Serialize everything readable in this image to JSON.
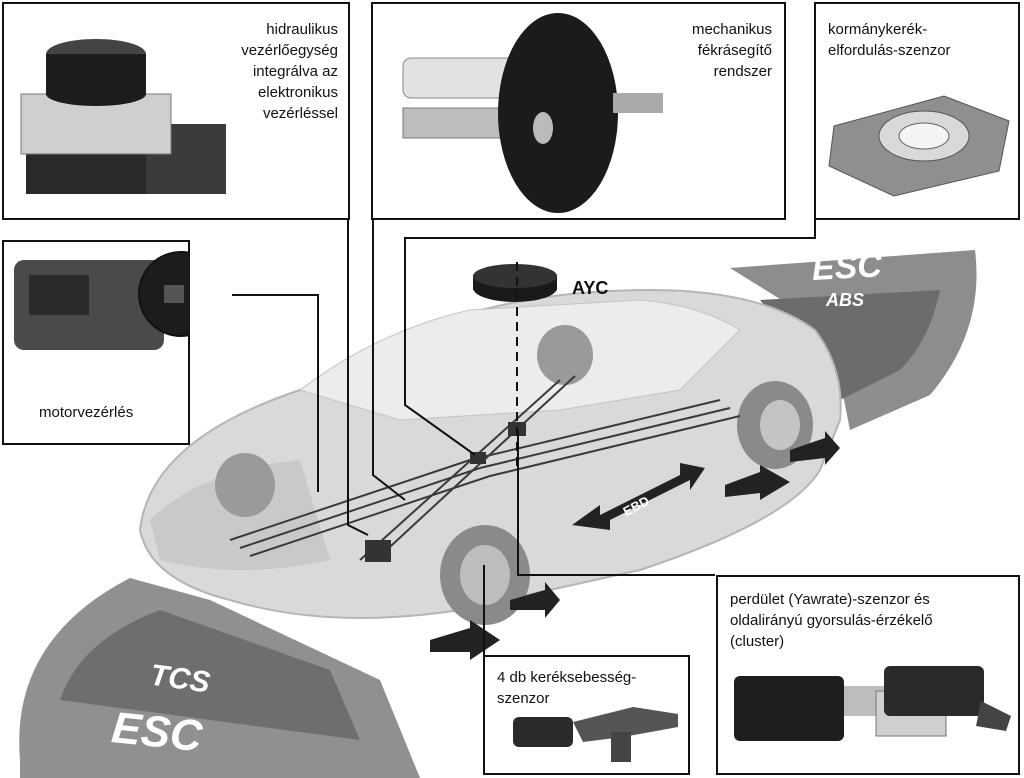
{
  "callouts": {
    "hydraulic": "hidraulikus\nvezérlőegység\nintegrálva az\nelektronikus\nvezérléssel",
    "booster": "mechanikus\nfékrásegítő\nrendszer",
    "steering": "kormánykerék-\nelfordulás-szenzor",
    "engine": "motorvezérlés",
    "yaw": "perdület (Yawrate)-szenzor és\noldalirányú gyorsulás-érzékelő\n(cluster)",
    "wheel": "4 db keréksebesség-\nszenzor"
  },
  "systems": {
    "ayc": "AYC",
    "esc_top": "ESC",
    "abs": "ABS",
    "tcs": "TCS",
    "esc_bottom": "ESC",
    "ebd": "EBD"
  }
}
